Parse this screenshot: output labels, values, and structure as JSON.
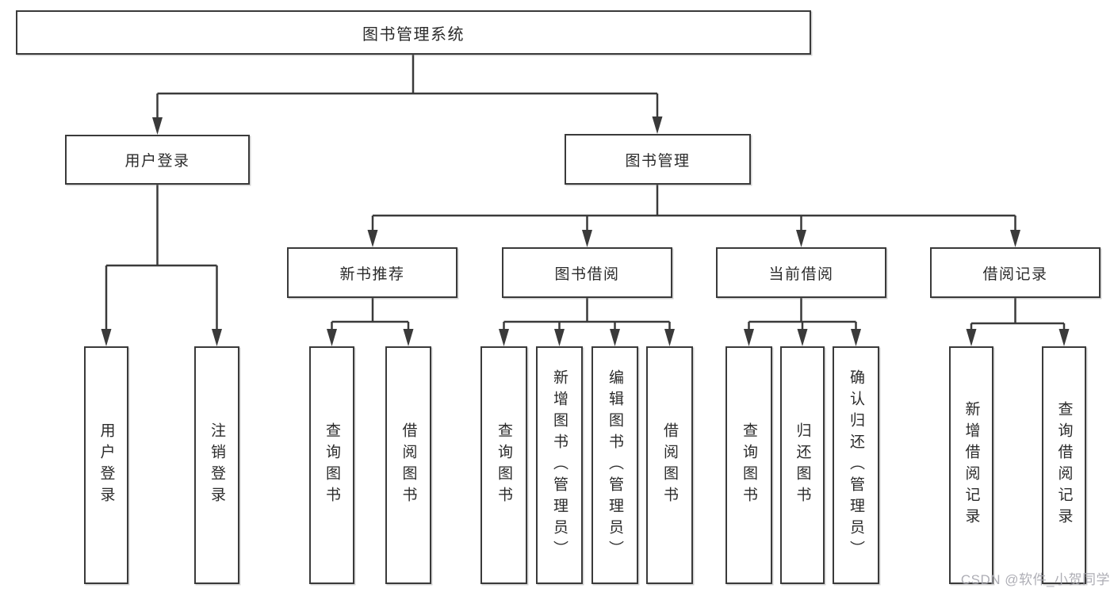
{
  "tree": {
    "label": "图书管理系统",
    "children": [
      {
        "label": "用户登录",
        "children": [
          {
            "label": "用户登录"
          },
          {
            "label": "注销登录"
          }
        ]
      },
      {
        "label": "图书管理",
        "children": [
          {
            "label": "新书推荐",
            "children": [
              {
                "label": "查询图书"
              },
              {
                "label": "借阅图书"
              }
            ]
          },
          {
            "label": "图书借阅",
            "children": [
              {
                "label": "查询图书"
              },
              {
                "label": "新增图书（管理员）"
              },
              {
                "label": "编辑图书（管理员）"
              },
              {
                "label": "借阅图书"
              }
            ]
          },
          {
            "label": "当前借阅",
            "children": [
              {
                "label": "查询图书"
              },
              {
                "label": "归还图书"
              },
              {
                "label": "确认归还（管理员）"
              }
            ]
          },
          {
            "label": "借阅记录",
            "children": [
              {
                "label": "新增借阅记录"
              },
              {
                "label": "查询借阅记录"
              }
            ]
          }
        ]
      }
    ]
  },
  "watermark": "CSDN @软件_小贺同学",
  "colors": {
    "line": "#3a3a3a",
    "box_border": "#3a3a3a",
    "text": "#2b2b2b",
    "watermark": "#a6a6ae",
    "background": "#ffffff"
  }
}
